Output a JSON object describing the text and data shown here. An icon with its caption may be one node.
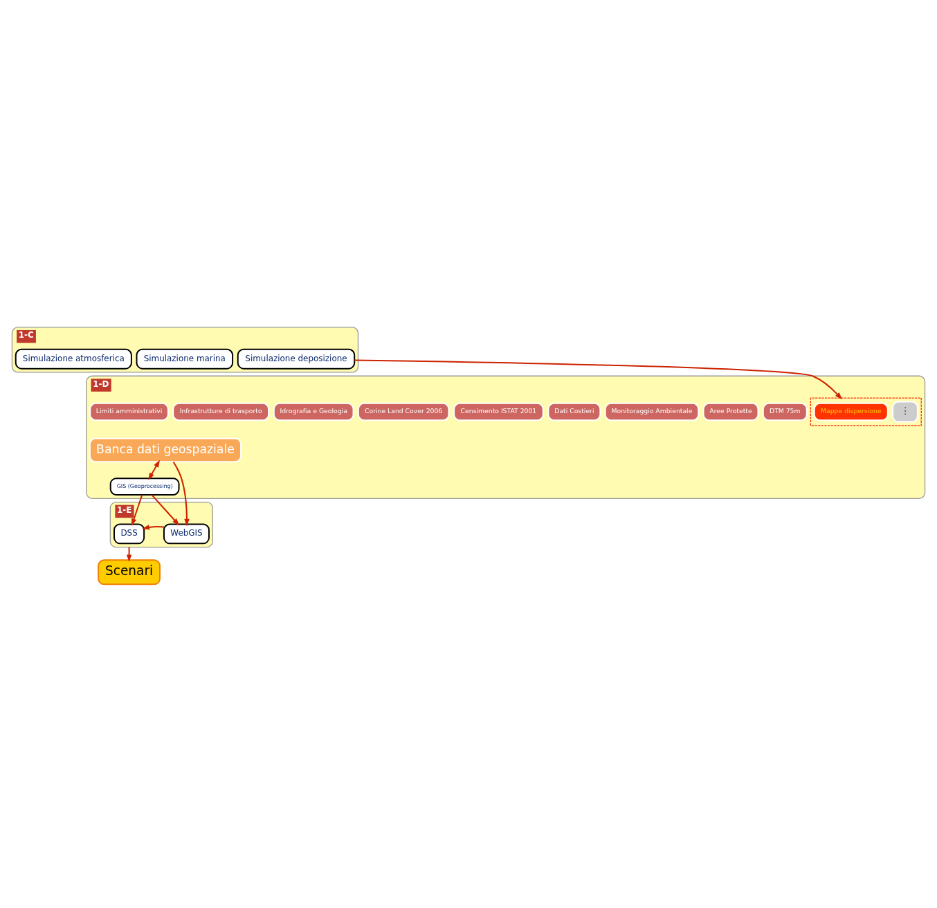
{
  "diagram": {
    "nodes": [
      {
        "text": [
          "1-C"
        ]
      },
      {
        "text": [
          "Simulazione atmosferica"
        ],
        "in": 0
      },
      {
        "text": [
          "Simulazione marina"
        ],
        "in": 0
      },
      {
        "text": [
          "Simulazione deposizione"
        ],
        "in": 0
      },
      {
        "text": [
          "1-D"
        ]
      },
      {
        "text": [
          "Limiti amministrativi"
        ],
        "in": 4
      },
      {
        "text": [
          "Infrastrutture di trasporto"
        ],
        "in": 4
      },
      {
        "text": [
          "Idrografia e Geologia"
        ],
        "in": 4
      },
      {
        "text": [
          "Corine Land Cover 2006"
        ],
        "in": 4
      },
      {
        "text": [
          "Censimento ISTAT 2001"
        ],
        "in": 4
      },
      {
        "text": [
          "Dati Costieri"
        ],
        "in": 4
      },
      {
        "text": [
          "Monitoraggio Ambientale"
        ],
        "in": 4
      },
      {
        "text": [
          "Aree Protette"
        ],
        "in": 4
      },
      {
        "text": [
          "DTM 75m"
        ],
        "in": 4
      },
      {
        "text": [],
        "shape": "box",
        "in": 4
      },
      {
        "text": [
          "Mappe dispersione"
        ],
        "in": 14
      },
      {
        "text": [
          "⋮"
        ],
        "in": 14
      },
      {
        "text": [
          "Banca dati geospaziale"
        ],
        "in": 4
      },
      {
        "text": [
          "GIS (Geoprocessing)"
        ],
        "in": 4
      },
      {
        "text": [
          "1-E"
        ]
      },
      {
        "text": [
          "DSS"
        ],
        "in": 19
      },
      {
        "text": [
          "WebGIS"
        ],
        "in": 19
      },
      {
        "text": [
          "Scenari"
        ]
      }
    ],
    "edges": [
      {
        "from": 3,
        "to": 14,
        "arrow": "to"
      },
      {
        "from": 17,
        "to": 18,
        "arrow": "both"
      },
      {
        "from": 18,
        "to": 20,
        "arrow": "to"
      },
      {
        "from": 18,
        "to": 21,
        "arrow": "to"
      },
      {
        "from": 17,
        "to": 21,
        "arrow": "to"
      },
      {
        "from": 21,
        "to": 20,
        "arrow": "to"
      },
      {
        "from": 19,
        "to": 22,
        "arrow": "to"
      }
    ]
  }
}
